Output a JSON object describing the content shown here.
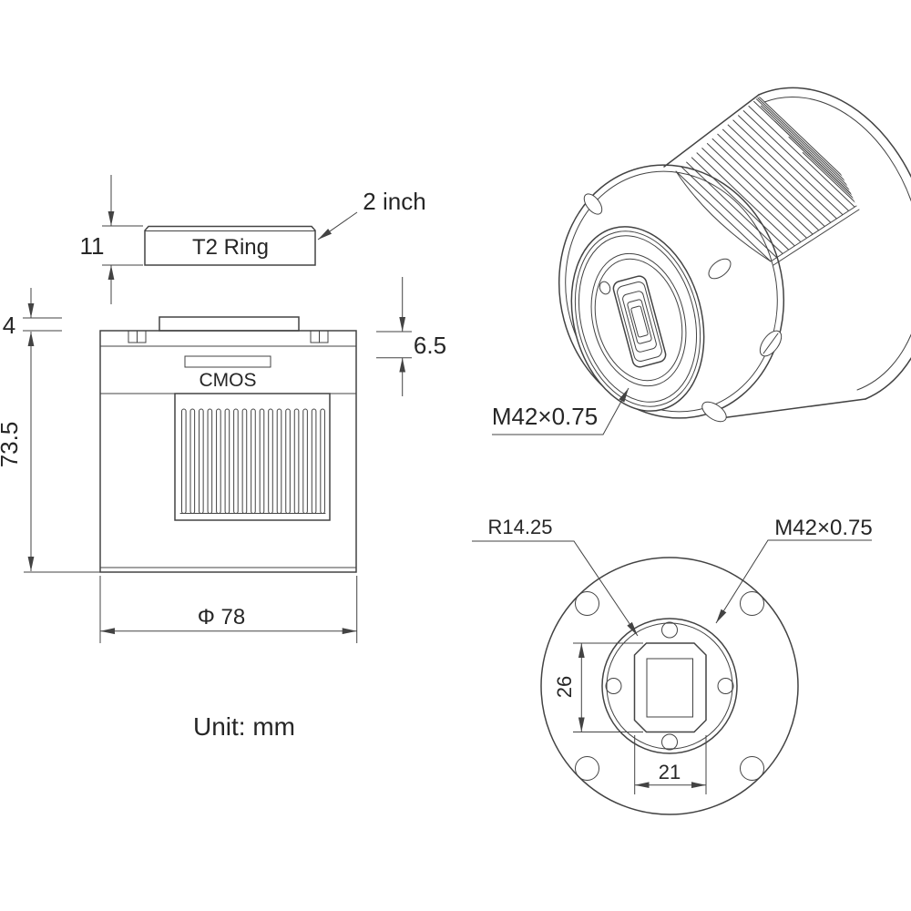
{
  "unit_note": {
    "label": "Unit: mm"
  },
  "colors": {
    "line": "#434343",
    "text": "#262626",
    "bg": "#ffffff"
  },
  "front_view": {
    "labels": {
      "two_inch": "2 inch",
      "t2_ring": "T2 Ring",
      "cmos": "CMOS"
    },
    "dimensions": {
      "t2_ring_height": "11",
      "top_plate_height": "4",
      "body_height": "73.5",
      "sensor_depth": "6.5",
      "body_diameter": "Φ 78"
    }
  },
  "iso_view": {
    "labels": {
      "thread": "M42×0.75"
    }
  },
  "rear_view": {
    "labels": {
      "corner_radius": "R14.25",
      "thread": "M42×0.75"
    },
    "dimensions": {
      "opening_height": "26",
      "opening_width": "21"
    }
  }
}
